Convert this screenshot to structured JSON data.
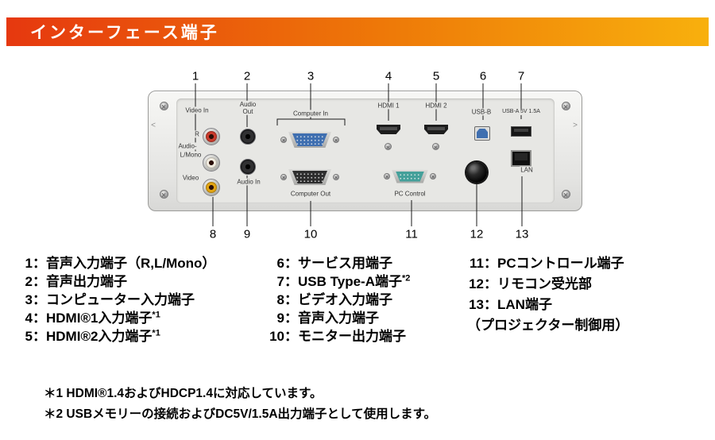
{
  "header": {
    "title": "インターフェース端子"
  },
  "colors": {
    "banner_from": "#e6380f",
    "banner_mid": "#ee7a08",
    "banner_to": "#f8b00d",
    "rca_r": "#c93b2c",
    "rca_l_mono": "#f1ece0",
    "rca_video": "#e2a413",
    "vga_in_blue": "#3f6fb0",
    "vga_out_dark": "#2e2e2e",
    "pc_control_teal": "#44a09a",
    "usb_b_blue": "#3f6fb0"
  },
  "panel": {
    "labels": {
      "video_in": "Video In",
      "r": "R",
      "audio": "Audio-",
      "l_mono": "L/Mono",
      "video": "Video",
      "audio_out": "Audio\nOut",
      "audio_in": "Audio In",
      "computer_in": "Computer In",
      "computer_out": "Computer Out",
      "hdmi1": "HDMI 1",
      "hdmi2": "HDMI 2",
      "usb_b": "USB-B",
      "usb_a": "USB-A 5V 1.5A",
      "lan": "LAN",
      "pc_control": "PC Control",
      "edge_left": "<",
      "edge_right": ">"
    },
    "callouts": {
      "top": [
        "1",
        "2",
        "3",
        "4",
        "5",
        "6",
        "7"
      ],
      "bottom": [
        "8",
        "9",
        "10",
        "11",
        "12",
        "13"
      ]
    }
  },
  "legend": {
    "col1": [
      {
        "num": "1：",
        "text": "音声入力端子（R,L/Mono）",
        "sup": ""
      },
      {
        "num": "2：",
        "text": "音声出力端子",
        "sup": ""
      },
      {
        "num": "3：",
        "text": "コンピューター入力端子",
        "sup": ""
      },
      {
        "num": "4：",
        "text": "HDMI®1入力端子",
        "sup": "*1"
      },
      {
        "num": "5：",
        "text": "HDMI®2入力端子",
        "sup": "*1"
      }
    ],
    "col2": [
      {
        "num": "6：",
        "text": "サービス用端子",
        "sup": ""
      },
      {
        "num": "7：",
        "text": "USB Type-A端子",
        "sup": "*2"
      },
      {
        "num": "8：",
        "text": "ビデオ入力端子",
        "sup": ""
      },
      {
        "num": "9：",
        "text": "音声入力端子",
        "sup": ""
      },
      {
        "num": "10：",
        "text": "モニター出力端子",
        "sup": ""
      }
    ],
    "col3": [
      {
        "num": "11：",
        "text": "PCコントロール端子"
      },
      {
        "num": "12：",
        "text": "リモコン受光部"
      },
      {
        "num": "13：",
        "text": "LAN端子"
      }
    ],
    "col3_note": "（プロジェクター制御用）"
  },
  "notes": [
    "＊1 HDMI®1.4およびHDCP1.4に対応しています。",
    "＊2 USBメモリーの接続およびDC5V/1.5A出力端子として使用します。"
  ]
}
